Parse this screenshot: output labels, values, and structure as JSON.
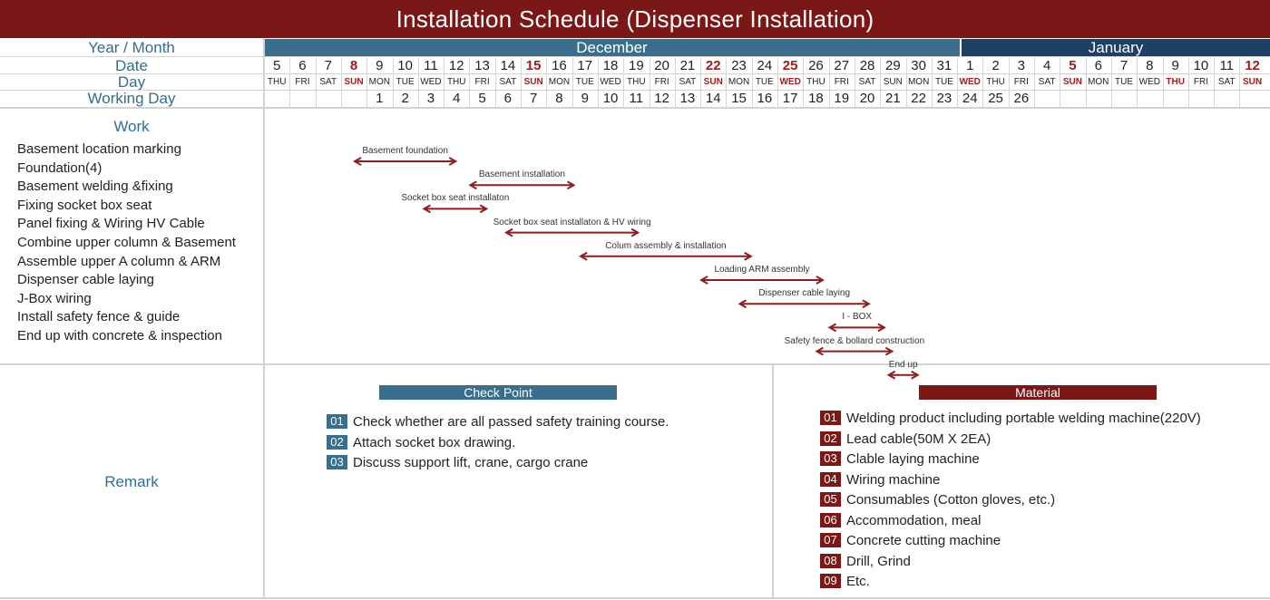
{
  "title": "Installation Schedule (Dispenser Installation)",
  "row_labels": {
    "year_month": "Year / Month",
    "date": "Date",
    "day": "Day",
    "working_day": "Working Day",
    "work": "Work",
    "remark": "Remark"
  },
  "months": [
    {
      "name": "December",
      "color": "#3b6e8d"
    },
    {
      "name": "January",
      "color": "#1e3f66"
    }
  ],
  "dates": [
    "5",
    "6",
    "7",
    "8",
    "9",
    "10",
    "11",
    "12",
    "13",
    "14",
    "15",
    "16",
    "17",
    "18",
    "19",
    "20",
    "21",
    "22",
    "23",
    "24",
    "25",
    "26",
    "27",
    "28",
    "29",
    "30",
    "31",
    "1",
    "2",
    "3",
    "4",
    "5",
    "6",
    "7",
    "8",
    "9",
    "10",
    "11",
    "12"
  ],
  "days": [
    "THU",
    "FRI",
    "SAT",
    "SUN",
    "MON",
    "TUE",
    "WED",
    "THU",
    "FRI",
    "SAT",
    "SUN",
    "MON",
    "TUE",
    "WED",
    "THU",
    "FRI",
    "SAT",
    "SUN",
    "MON",
    "TUE",
    "WED",
    "THU",
    "FRI",
    "SAT",
    "SUN",
    "MON",
    "TUE",
    "WED",
    "THU",
    "FRI",
    "SAT",
    "SUN",
    "MON",
    "TUE",
    "WED",
    "THU",
    "FRI",
    "SAT",
    "SUN"
  ],
  "highlight_dates": [
    3,
    10,
    17,
    20,
    31,
    38
  ],
  "highlight_days": [
    3,
    10,
    17,
    20,
    27,
    31,
    35,
    38
  ],
  "working_days": [
    "",
    "",
    "",
    "",
    "1",
    "2",
    "3",
    "4",
    "5",
    "6",
    "7",
    "8",
    "9",
    "10",
    "11",
    "12",
    "13",
    "14",
    "15",
    "16",
    "17",
    "18",
    "19",
    "20",
    "21",
    "22",
    "23",
    "24",
    "25",
    "26",
    "",
    "",
    "",
    "",
    "",
    "",
    "",
    "",
    ""
  ],
  "tasks": [
    "Basement location marking",
    "Foundation(4)",
    "Basement welding &fixing",
    "Fixing socket box seat",
    "Panel fixing & Wiring HV Cable",
    "Combine upper column & Basement",
    "Assemble upper A column & ARM",
    "Dispenser cable laying",
    "J-Box wiring",
    "Install safety fence & guide",
    "End up with concrete & inspection"
  ],
  "gantt_bars": [
    {
      "label": "Basement foundation",
      "start": 3.5,
      "end": 7.5
    },
    {
      "label": "Basement installation",
      "start": 8.0,
      "end": 12.1
    },
    {
      "label": "Socket box seat installaton",
      "start": 6.2,
      "end": 8.7
    },
    {
      "label": "Socket box seat installaton & HV wiring",
      "start": 9.4,
      "end": 14.6
    },
    {
      "label": "Colum assembly & installation",
      "start": 12.3,
      "end": 19.0
    },
    {
      "label": "Loading ARM assembly",
      "start": 17.0,
      "end": 21.8
    },
    {
      "label": "Dispenser cable laying",
      "start": 18.5,
      "end": 23.6
    },
    {
      "label": "I - BOX",
      "start": 22.0,
      "end": 24.2
    },
    {
      "label": "Safety fence & bollard construction",
      "start": 21.5,
      "end": 24.5
    },
    {
      "label": "End up",
      "start": 24.3,
      "end": 25.5
    }
  ],
  "bar_color": "#8b1f1f",
  "check_point": {
    "title": "Check Point",
    "color": "#3b6e8d",
    "items": [
      {
        "num": "01",
        "text": "Check whether are all passed safety training course."
      },
      {
        "num": "02",
        "text": "Attach socket box drawing."
      },
      {
        "num": "03",
        "text": "Discuss support lift, crane, cargo crane"
      }
    ]
  },
  "material": {
    "title": "Material",
    "color": "#7a1717",
    "items": [
      {
        "num": "01",
        "text": "Welding product including portable welding machine(220V)"
      },
      {
        "num": "02",
        "text": "Lead cable(50M X 2EA)"
      },
      {
        "num": "03",
        "text": "Clable laying machine"
      },
      {
        "num": "04",
        "text": "Wiring machine"
      },
      {
        "num": "05",
        "text": "Consumables (Cotton gloves, etc.)"
      },
      {
        "num": "06",
        "text": "Accommodation, meal"
      },
      {
        "num": "07",
        "text": "Concrete cutting machine"
      },
      {
        "num": "08",
        "text": "Drill, Grind"
      },
      {
        "num": "09",
        "text": "Etc."
      }
    ]
  }
}
